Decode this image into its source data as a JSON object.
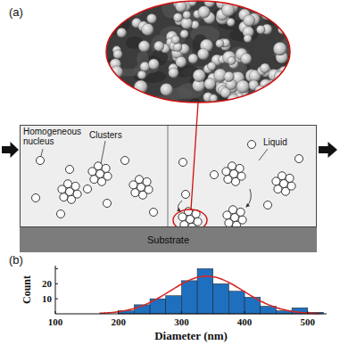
{
  "diagram": {
    "nodes": [
      {
        "text": [
          "Liquid"
        ]
      },
      {
        "text": [
          "Substrate"
        ]
      }
    ],
    "labels": [
      "(a)",
      "Homogeneous nucleus",
      "Clusters",
      "(b)",
      "Count",
      "Diameter (nm)",
      "100",
      "200",
      "300",
      "400",
      "500",
      "10",
      "20"
    ]
  }
}
